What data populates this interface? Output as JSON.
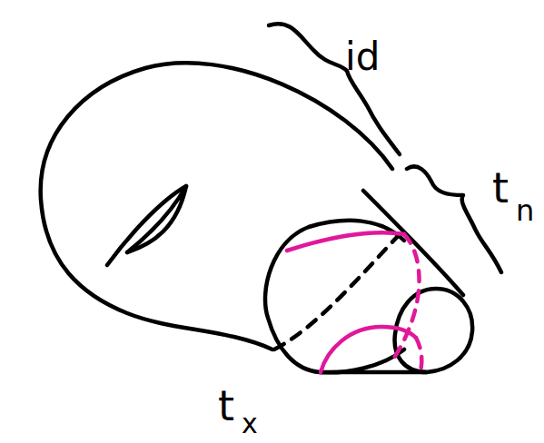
{
  "diagram": {
    "labels": [
      "id",
      "t",
      "n",
      "t",
      "x"
    ]
  }
}
